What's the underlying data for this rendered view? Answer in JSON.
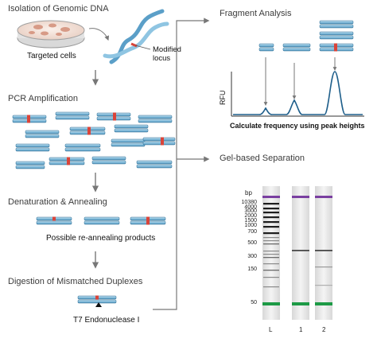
{
  "steps": {
    "isolation": "Isolation of Genomic DNA",
    "pcr": "PCR Amplification",
    "denaturation": "Denaturation & Annealing",
    "digestion": "Digestion of Mismatched Duplexes",
    "fragment": "Fragment Analysis",
    "gel": "Gel-based Separation"
  },
  "labels": {
    "targeted_cells": "Targeted cells",
    "modified_locus_1": "Modified",
    "modified_locus_2": "locus",
    "reannealing": "Possible re-annealing products",
    "t7": "T7 Endonuclease I",
    "rfu": "RFU",
    "calc": "Calculate frequency using peak heights"
  },
  "gel": {
    "bp_header": "bp",
    "ladder_sizes": [
      "10380",
      "4000",
      "3000",
      "2000",
      "1500",
      "1000",
      "700",
      "500",
      "300",
      "150",
      "50"
    ],
    "lane_labels": [
      "L",
      "1",
      "2"
    ]
  },
  "colors": {
    "strand_fill": "#7fb8d8",
    "strand_edge": "#2f6c92",
    "mismatch": "#d9443a",
    "arrow": "#777777",
    "purple_marker": "#7a3fa0",
    "green_marker": "#1d9a46"
  }
}
